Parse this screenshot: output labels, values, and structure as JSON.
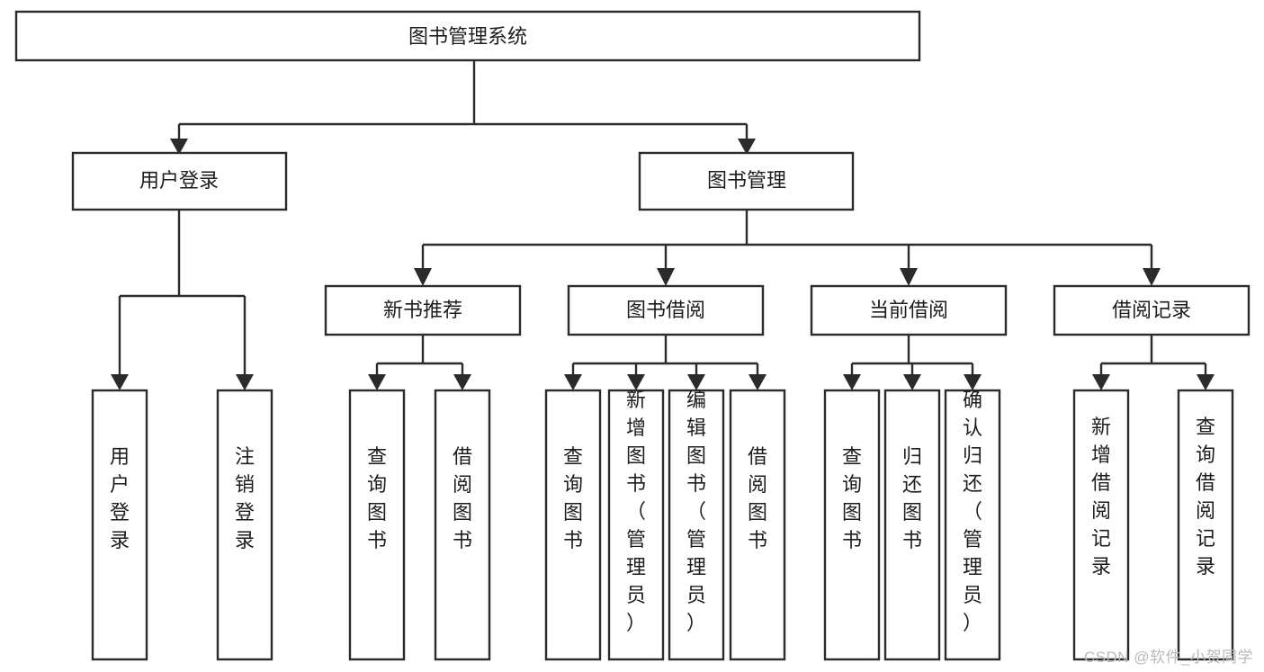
{
  "diagram": {
    "title": "图书管理系统",
    "type": "tree",
    "orientation": "top-down",
    "colors": {
      "stroke": "#2b2b2b",
      "fill": "#ffffff",
      "text": "#1d1d1d",
      "watermark": "#b9b9b9",
      "background": "#ffffff"
    },
    "levels": 4,
    "nodes": {
      "root": {
        "label": "图书管理系统"
      },
      "level2": [
        {
          "label": "用户登录"
        },
        {
          "label": "图书管理"
        }
      ],
      "level3": [
        {
          "label": "新书推荐"
        },
        {
          "label": "图书借阅"
        },
        {
          "label": "当前借阅"
        },
        {
          "label": "借阅记录"
        }
      ],
      "leaves_user_login": [
        {
          "label": "用户登录"
        },
        {
          "label": "注销登录"
        }
      ],
      "leaves_new_book": [
        {
          "label": "查询图书"
        },
        {
          "label": "借阅图书"
        }
      ],
      "leaves_borrow": [
        {
          "label": "查询图书"
        },
        {
          "label": "新增图书（管理员）"
        },
        {
          "label": "编辑图书（管理员）"
        },
        {
          "label": "借阅图书"
        }
      ],
      "leaves_current": [
        {
          "label": "查询图书"
        },
        {
          "label": "归还图书"
        },
        {
          "label": "确认归还（管理员）"
        }
      ],
      "leaves_record": [
        {
          "label": "新增借阅记录"
        },
        {
          "label": "查询借阅记录"
        }
      ]
    },
    "edges": [
      {
        "from": "图书管理系统",
        "to": "用户登录"
      },
      {
        "from": "图书管理系统",
        "to": "图书管理"
      },
      {
        "from": "用户登录",
        "to": "用户登录"
      },
      {
        "from": "用户登录",
        "to": "注销登录"
      },
      {
        "from": "图书管理",
        "to": "新书推荐"
      },
      {
        "from": "图书管理",
        "to": "图书借阅"
      },
      {
        "from": "图书管理",
        "to": "当前借阅"
      },
      {
        "from": "图书管理",
        "to": "借阅记录"
      },
      {
        "from": "新书推荐",
        "to": "查询图书"
      },
      {
        "from": "新书推荐",
        "to": "借阅图书"
      },
      {
        "from": "图书借阅",
        "to": "查询图书"
      },
      {
        "from": "图书借阅",
        "to": "新增图书（管理员）"
      },
      {
        "from": "图书借阅",
        "to": "编辑图书（管理员）"
      },
      {
        "from": "图书借阅",
        "to": "借阅图书"
      },
      {
        "from": "当前借阅",
        "to": "查询图书"
      },
      {
        "from": "当前借阅",
        "to": "归还图书"
      },
      {
        "from": "当前借阅",
        "to": "确认归还（管理员）"
      },
      {
        "from": "借阅记录",
        "to": "新增借阅记录"
      },
      {
        "from": "借阅记录",
        "to": "查询借阅记录"
      }
    ]
  },
  "watermark": {
    "text": "CSDN @软件_小贺同学"
  }
}
